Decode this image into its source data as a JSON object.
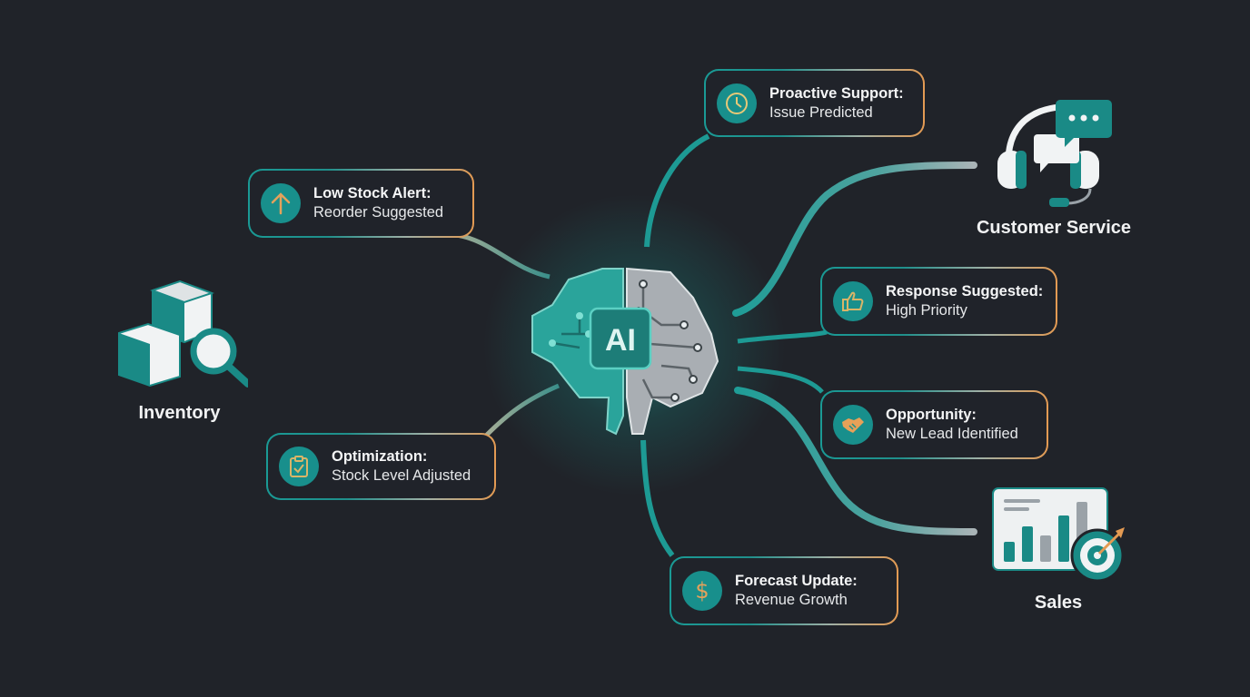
{
  "diagram": {
    "center": {
      "label": "AI",
      "icon": "brain-circuit-icon"
    },
    "hubs": [
      {
        "id": "inventory",
        "label": "Inventory",
        "icon": "boxes-magnifier-icon"
      },
      {
        "id": "customer_service",
        "label": "Customer Service",
        "icon": "headset-chat-icon"
      },
      {
        "id": "sales",
        "label": "Sales",
        "icon": "chart-target-icon"
      }
    ],
    "cards": [
      {
        "title": "Low Stock Alert:",
        "subtitle": "Reorder Suggested",
        "icon": "arrow-up-icon",
        "hub": "inventory"
      },
      {
        "title": "Optimization:",
        "subtitle": "Stock Level Adjusted",
        "icon": "clipboard-check-icon",
        "hub": "inventory"
      },
      {
        "title": "Proactive Support:",
        "subtitle": "Issue Predicted",
        "icon": "clock-icon",
        "hub": "customer_service"
      },
      {
        "title": "Response Suggested:",
        "subtitle": "High Priority",
        "icon": "thumbs-up-icon",
        "hub": "customer_service"
      },
      {
        "title": "Opportunity:",
        "subtitle": "New Lead Identified",
        "icon": "handshake-icon",
        "hub": "sales"
      },
      {
        "title": "Forecast Update:",
        "subtitle": "Revenue Growth",
        "icon": "dollar-icon",
        "hub": "sales"
      }
    ],
    "colors": {
      "background": "#202329",
      "teal": "#188f8c",
      "teal_light": "#2fb3a9",
      "orange": "#e39a52",
      "text": "#f4f5f6",
      "gray": "#b9bec4"
    }
  }
}
